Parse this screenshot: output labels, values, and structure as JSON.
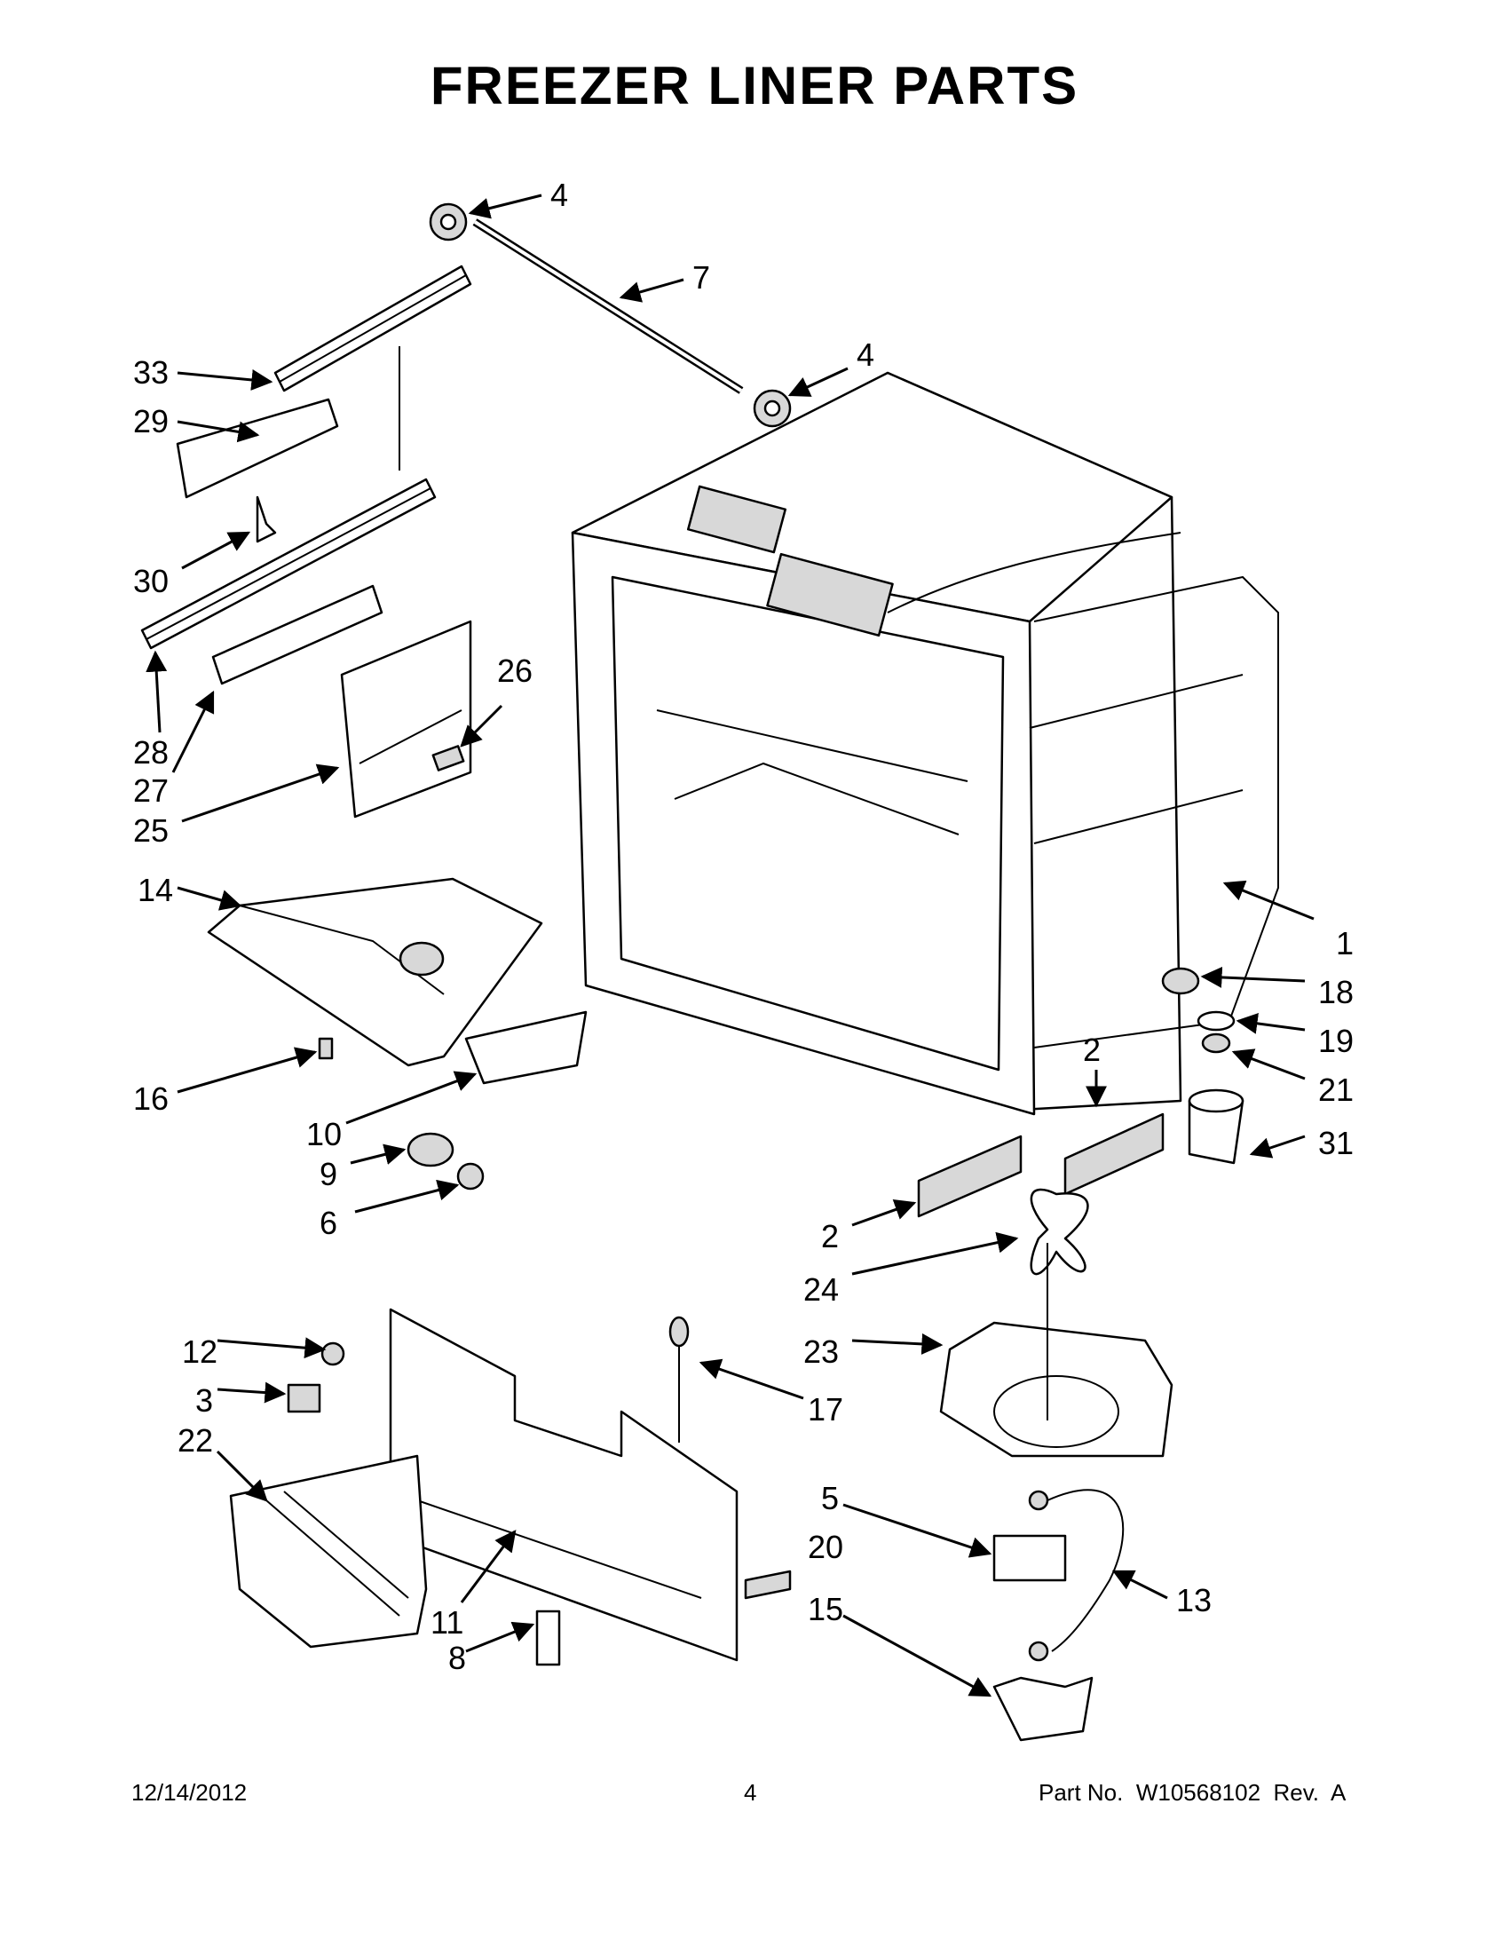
{
  "title": "FREEZER LINER PARTS",
  "callouts": [
    {
      "id": "c4a",
      "label": "4"
    },
    {
      "id": "c7",
      "label": "7"
    },
    {
      "id": "c4b",
      "label": "4"
    },
    {
      "id": "c33",
      "label": "33"
    },
    {
      "id": "c29",
      "label": "29"
    },
    {
      "id": "c30",
      "label": "30"
    },
    {
      "id": "c28",
      "label": "28"
    },
    {
      "id": "c27",
      "label": "27"
    },
    {
      "id": "c25",
      "label": "25"
    },
    {
      "id": "c26",
      "label": "26"
    },
    {
      "id": "c14",
      "label": "14"
    },
    {
      "id": "c16",
      "label": "16"
    },
    {
      "id": "c10",
      "label": "10"
    },
    {
      "id": "c9",
      "label": "9"
    },
    {
      "id": "c6",
      "label": "6"
    },
    {
      "id": "c1",
      "label": "1"
    },
    {
      "id": "c18",
      "label": "18"
    },
    {
      "id": "c19",
      "label": "19"
    },
    {
      "id": "c21",
      "label": "21"
    },
    {
      "id": "c31",
      "label": "31"
    },
    {
      "id": "c2a",
      "label": "2"
    },
    {
      "id": "c2b",
      "label": "2"
    },
    {
      "id": "c24",
      "label": "24"
    },
    {
      "id": "c23",
      "label": "23"
    },
    {
      "id": "c12",
      "label": "12"
    },
    {
      "id": "c3",
      "label": "3"
    },
    {
      "id": "c22",
      "label": "22"
    },
    {
      "id": "c17",
      "label": "17"
    },
    {
      "id": "c5",
      "label": "5"
    },
    {
      "id": "c20",
      "label": "20"
    },
    {
      "id": "c13",
      "label": "13"
    },
    {
      "id": "c15",
      "label": "15"
    },
    {
      "id": "c11",
      "label": "11"
    },
    {
      "id": "c8",
      "label": "8"
    }
  ],
  "footer": {
    "date": "12/14/2012",
    "page": "4",
    "part_number": "Part No.  W10568102  Rev.  A"
  }
}
